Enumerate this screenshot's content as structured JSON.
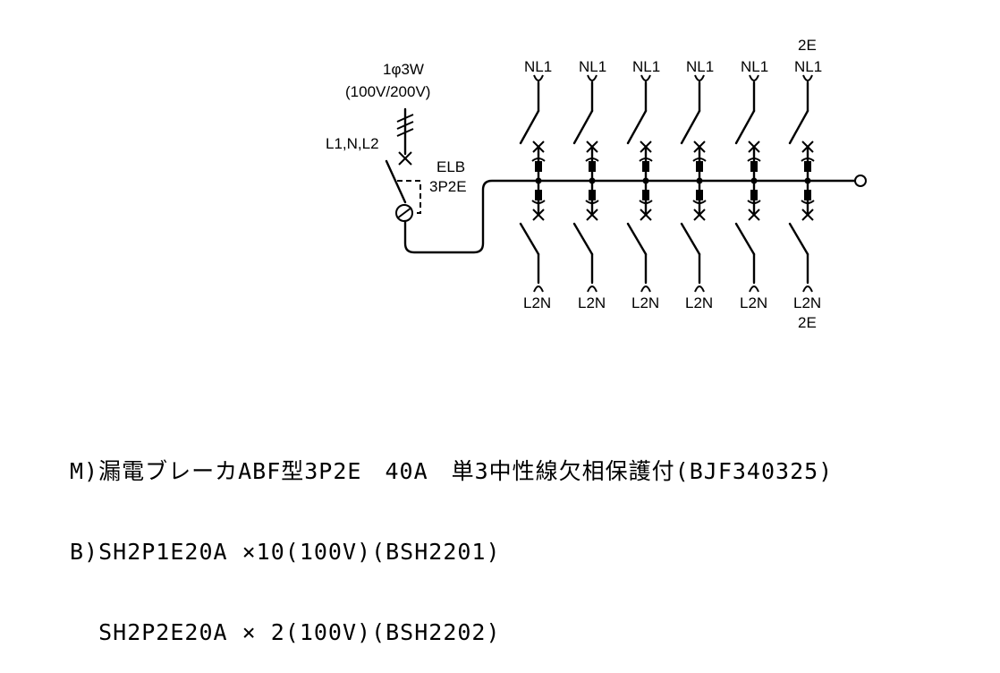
{
  "supply": {
    "system": "1φ3W",
    "voltage": "(100V/200V)",
    "conductors": "L1,N,L2"
  },
  "main_breaker": {
    "type": "ELB",
    "poles": "3P2E"
  },
  "branches_top": [
    "NL1",
    "NL1",
    "NL1",
    "NL1",
    "NL1",
    "NL1"
  ],
  "branches_top_extra": "2E",
  "branches_bottom": [
    "L2N",
    "L2N",
    "L2N",
    "L2N",
    "L2N",
    "L2N"
  ],
  "branches_bottom_extra": "2E",
  "notes": [
    "M)漏電ブレーカABF型3P2E　40A　単3中性線欠相保護付(BJF340325)",
    "B)SH2P1E20A ×10(100V)(BSH2201)",
    "  SH2P2E20A × 2(100V)(BSH2202)"
  ]
}
